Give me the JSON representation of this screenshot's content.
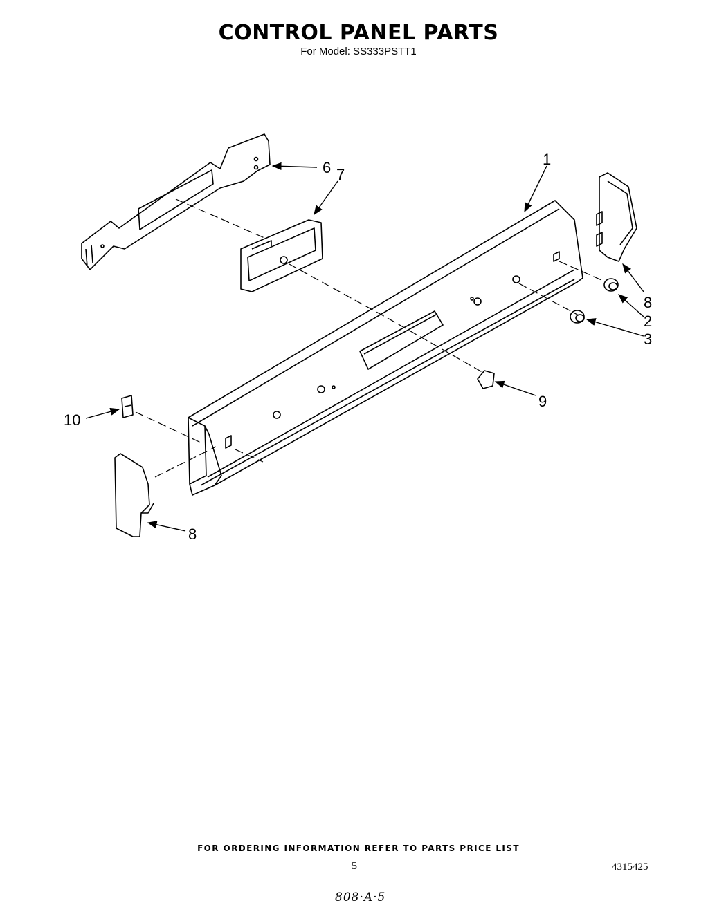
{
  "header": {
    "title": "CONTROL PANEL PARTS",
    "model_line": "For Model: SS333PSTT1"
  },
  "callouts": [
    {
      "id": "c1",
      "label": "1"
    },
    {
      "id": "c6",
      "label": "6"
    },
    {
      "id": "c7",
      "label": "7"
    },
    {
      "id": "c8a",
      "label": "8"
    },
    {
      "id": "c2",
      "label": "2"
    },
    {
      "id": "c3",
      "label": "3"
    },
    {
      "id": "c9",
      "label": "9"
    },
    {
      "id": "c10",
      "label": "10"
    },
    {
      "id": "c8b",
      "label": "8"
    }
  ],
  "footer": {
    "ordering_note": "FOR ORDERING INFORMATION REFER TO PARTS PRICE LIST",
    "page_number": "5",
    "document_number": "4315425",
    "handwritten_note": "808·A·5"
  },
  "colors": {
    "ink": "#000000",
    "paper": "#ffffff"
  }
}
